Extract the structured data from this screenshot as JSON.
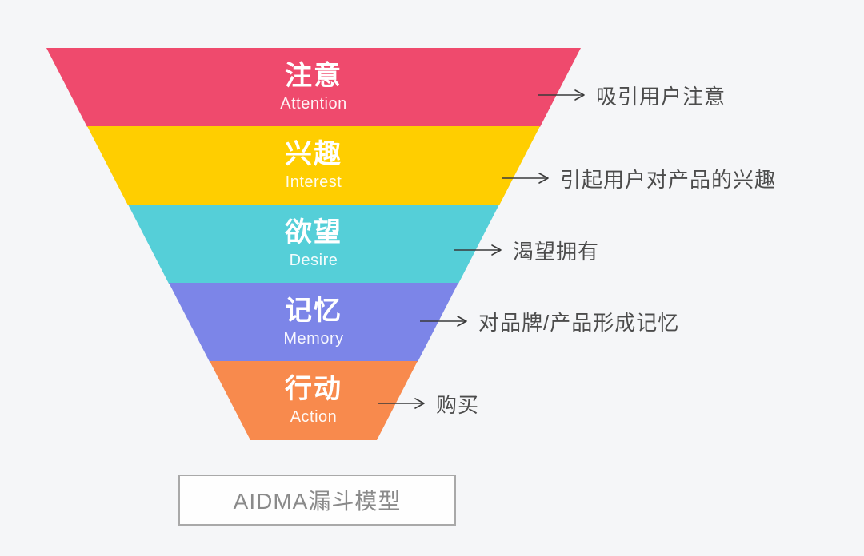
{
  "page": {
    "background_color": "#f5f6f8"
  },
  "funnel": {
    "name": "AIDMA",
    "stages": [
      {
        "title": "注意",
        "subtitle": "Attention",
        "color": "#ef4a6d",
        "annotation": "吸引用户注意"
      },
      {
        "title": "兴趣",
        "subtitle": "Interest",
        "color": "#ffce00",
        "annotation": "引起用户对产品的兴趣"
      },
      {
        "title": "欲望",
        "subtitle": "Desire",
        "color": "#55cfd8",
        "annotation": "渴望拥有"
      },
      {
        "title": "记忆",
        "subtitle": "Memory",
        "color": "#7c85e8",
        "annotation": "对品牌/产品形成记忆"
      },
      {
        "title": "行动",
        "subtitle": "Action",
        "color": "#f88a4d",
        "annotation": "购买"
      }
    ]
  },
  "caption": {
    "label": "AIDMA漏斗模型"
  },
  "colors": {
    "arrow": "#3a3a3a",
    "annotation_text": "#4c4c4c",
    "caption_text": "#8a8a8a",
    "caption_border": "#a9a9a9"
  }
}
